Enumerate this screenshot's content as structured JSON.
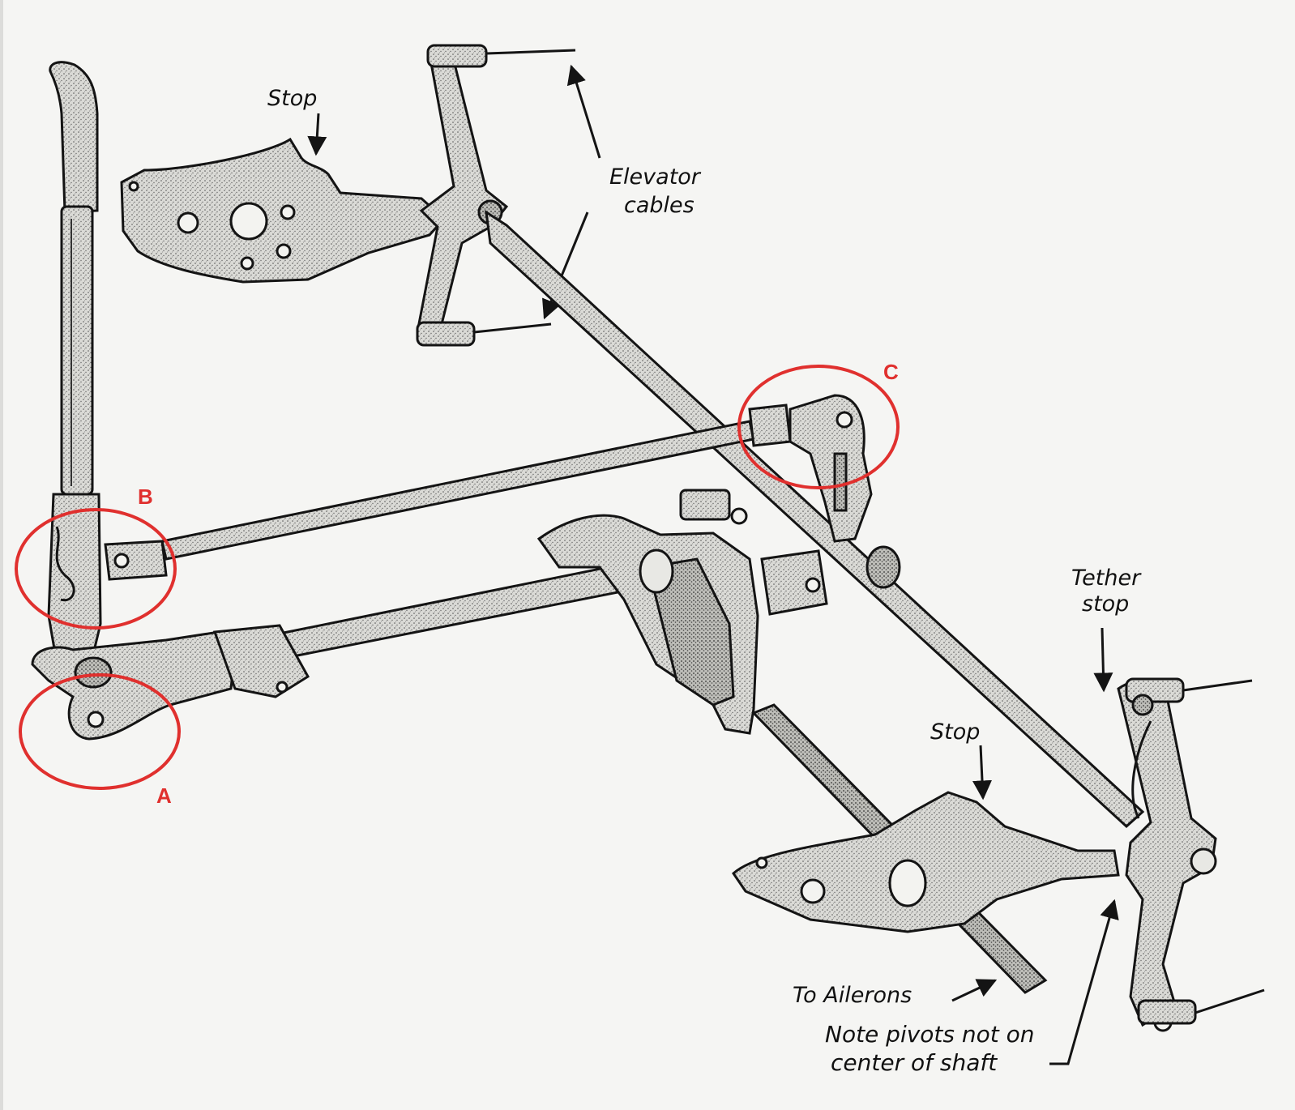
{
  "labels": {
    "stop_top": "Stop",
    "elevator_cables_line1": "Elevator",
    "elevator_cables_line2": "cables",
    "tether_stop_line1": "Tether",
    "tether_stop_line2": "stop",
    "stop_bottom": "Stop",
    "to_ailerons": "To Ailerons",
    "note_line1": "Note pivots not on",
    "note_line2": "center of shaft"
  },
  "markers": {
    "a": "A",
    "b": "B",
    "c": "C"
  },
  "colors": {
    "marker": "#e0302e",
    "ink": "#141414",
    "metal_fill": "#d9d9d6",
    "background": "#f5f5f3"
  }
}
